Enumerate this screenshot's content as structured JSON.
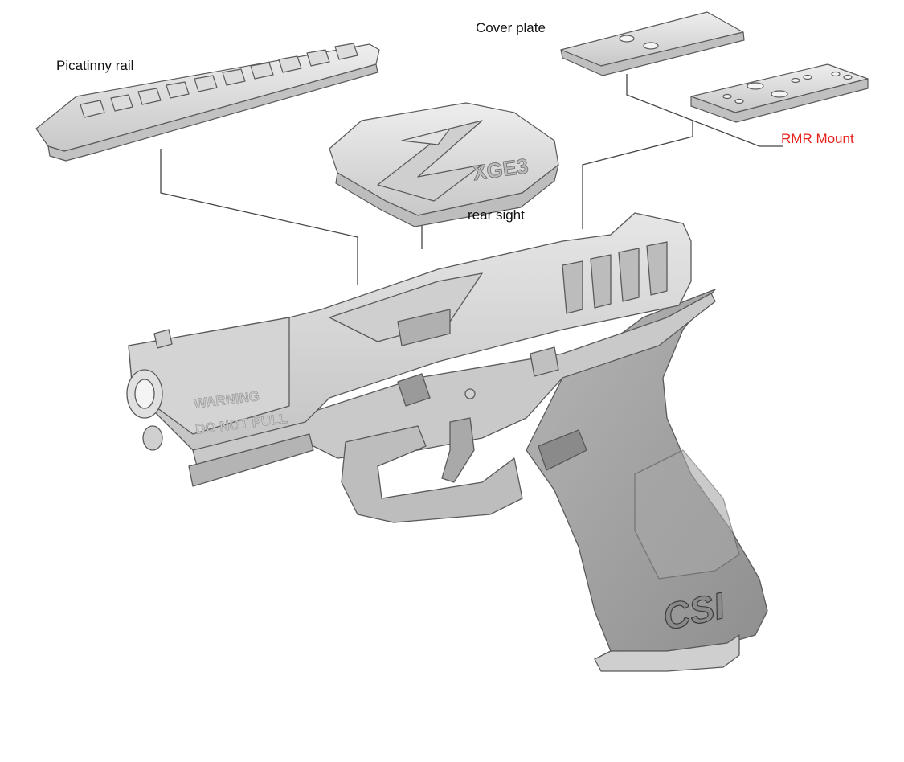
{
  "labels": {
    "picatinny": "Picatinny rail",
    "cover_plate": "Cover plate",
    "rmr_mount": "RMR Mount",
    "rear_sight": "rear sight"
  },
  "engravings": {
    "rear_sight_mark": "XGE3",
    "warning_line1": "WARNING",
    "warning_line2": "DO NOT PULL",
    "grip_logo": "CSI"
  },
  "colors": {
    "label_text": "#111111",
    "highlight_label": "#e8201a",
    "part_fill": "#d9d9d9",
    "part_shade": "#b8b8b8",
    "grip_dark": "#9a9a9a",
    "outline": "#5a5a5a",
    "leader_line": "#444444"
  }
}
